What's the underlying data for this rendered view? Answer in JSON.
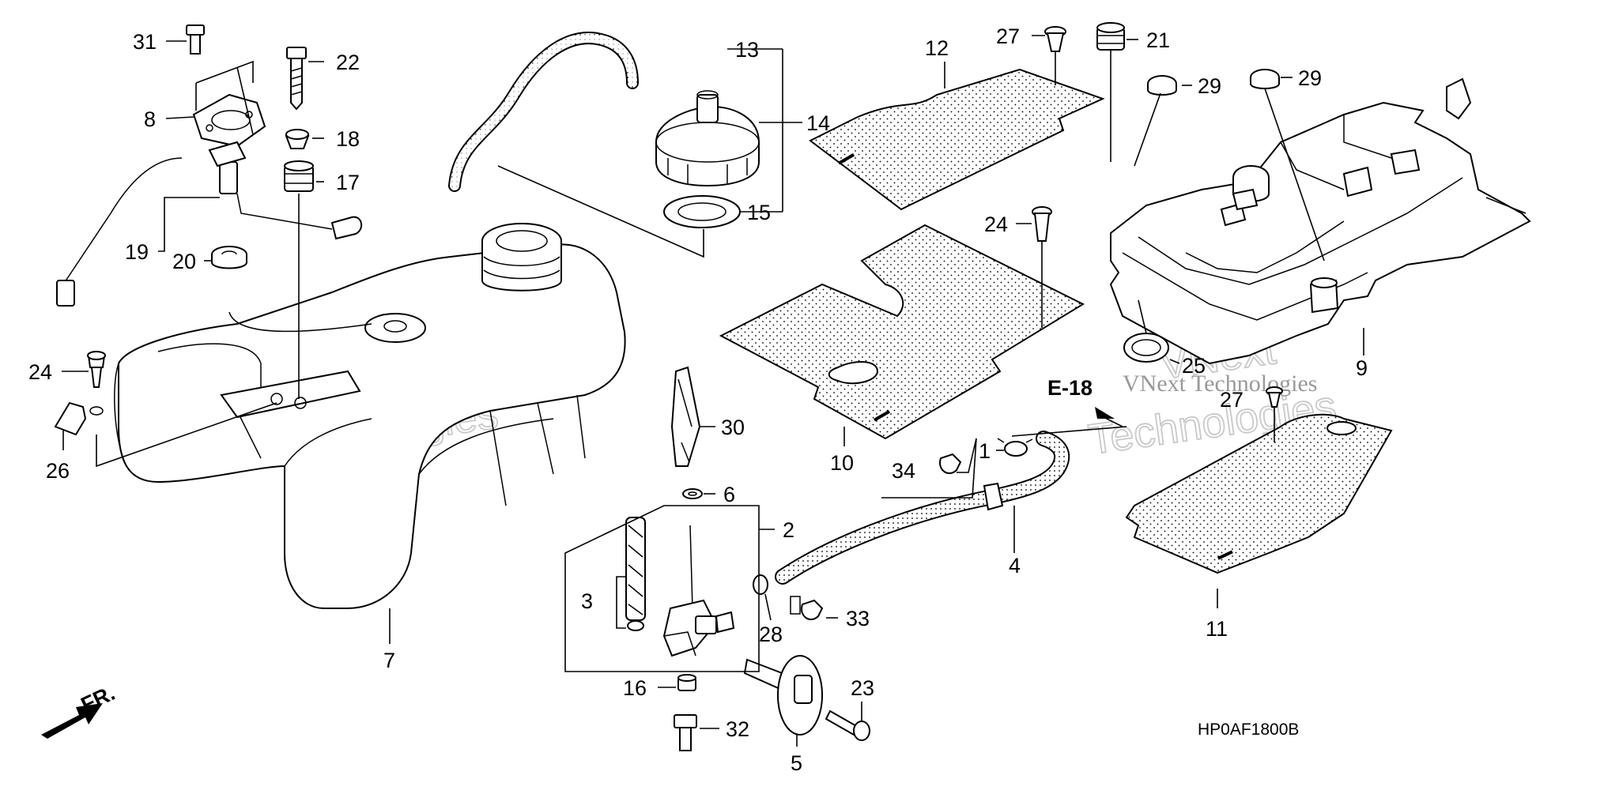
{
  "diagram": {
    "code": "HP0AF1800B",
    "reference": "E-18",
    "front_marker": "FR.",
    "watermark": {
      "large": [
        "VNext",
        "Technologies"
      ],
      "small": "VNext Technologies"
    },
    "callouts": [
      {
        "id": "c31",
        "text": "31"
      },
      {
        "id": "c22",
        "text": "22"
      },
      {
        "id": "c8",
        "text": "8"
      },
      {
        "id": "c18",
        "text": "18"
      },
      {
        "id": "c17",
        "text": "17"
      },
      {
        "id": "c19",
        "text": "19"
      },
      {
        "id": "c20",
        "text": "20"
      },
      {
        "id": "c24a",
        "text": "24"
      },
      {
        "id": "c26",
        "text": "26"
      },
      {
        "id": "c7",
        "text": "7"
      },
      {
        "id": "c13",
        "text": "13"
      },
      {
        "id": "c14",
        "text": "14"
      },
      {
        "id": "c15",
        "text": "15"
      },
      {
        "id": "c30",
        "text": "30"
      },
      {
        "id": "c6",
        "text": "6"
      },
      {
        "id": "c2",
        "text": "2"
      },
      {
        "id": "c3",
        "text": "3"
      },
      {
        "id": "c28",
        "text": "28"
      },
      {
        "id": "c16",
        "text": "16"
      },
      {
        "id": "c32",
        "text": "32"
      },
      {
        "id": "c5",
        "text": "5"
      },
      {
        "id": "c23",
        "text": "23"
      },
      {
        "id": "c33",
        "text": "33"
      },
      {
        "id": "c4",
        "text": "4"
      },
      {
        "id": "c34",
        "text": "34"
      },
      {
        "id": "c1",
        "text": "1"
      },
      {
        "id": "c10",
        "text": "10"
      },
      {
        "id": "c12",
        "text": "12"
      },
      {
        "id": "c27",
        "text": "27"
      },
      {
        "id": "c21",
        "text": "21"
      },
      {
        "id": "c29a",
        "text": "29"
      },
      {
        "id": "c29b",
        "text": "29"
      },
      {
        "id": "c24b",
        "text": "24"
      },
      {
        "id": "c25",
        "text": "25"
      },
      {
        "id": "c9",
        "text": "9"
      },
      {
        "id": "c27b",
        "text": "27"
      },
      {
        "id": "c11",
        "text": "11"
      }
    ]
  }
}
